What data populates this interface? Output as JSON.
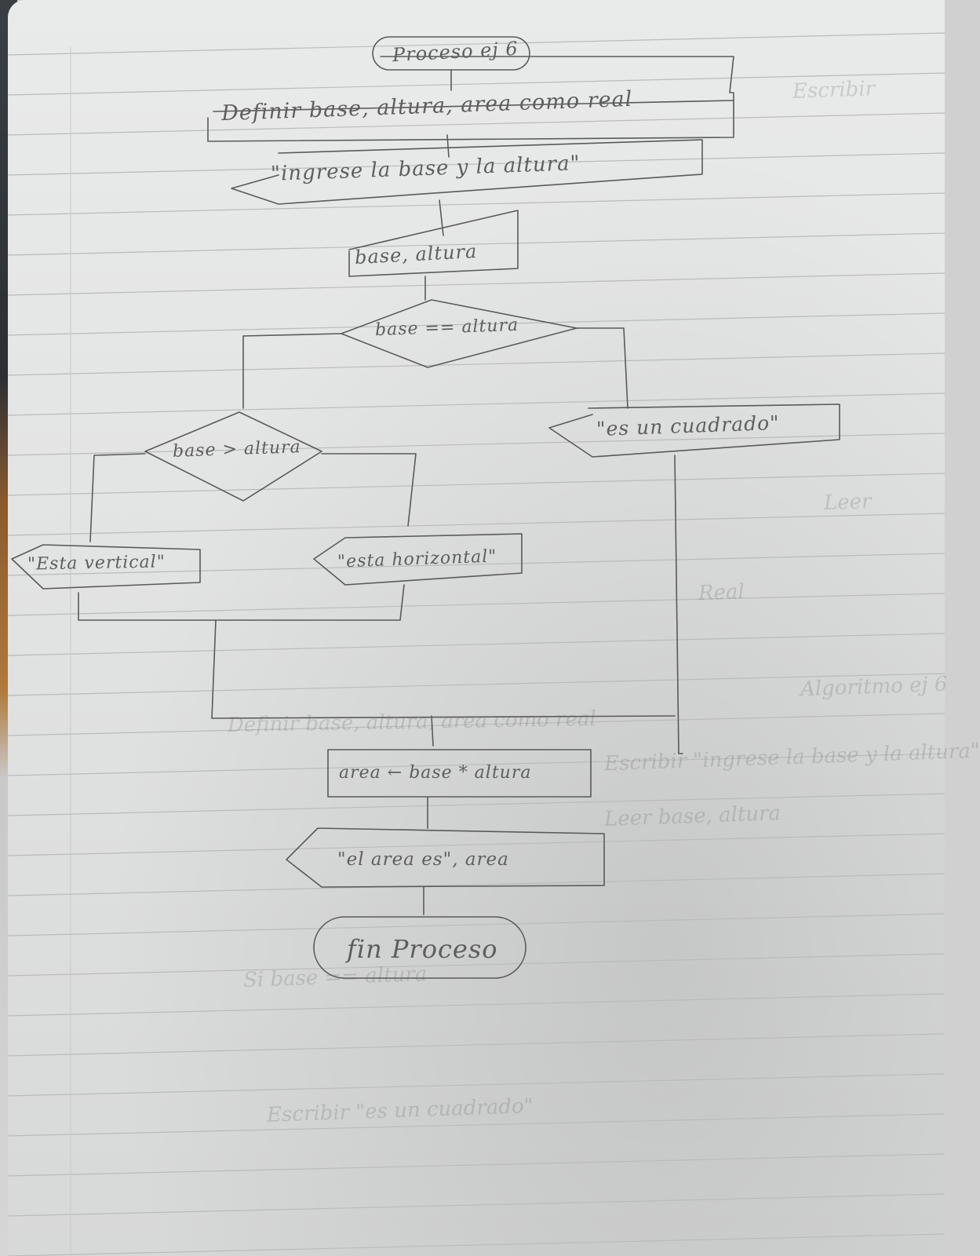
{
  "flowchart": {
    "start": "Proceso ej 6",
    "define": "Definir base, altura, area como real",
    "prompt": "\"ingrese la base y la altura\"",
    "read": "base, altura",
    "decision_equal": "base == altura",
    "output_square": "\"es un cuadrado\"",
    "decision_greater": "base > altura",
    "output_vertical": "\"Esta vertical\"",
    "output_horizontal": "\"esta horizontal\"",
    "calc": "area ← base * altura",
    "output_area": "\"el area es\", area",
    "end": "fin Proceso"
  },
  "bleed_through": {
    "line1": "Escribir",
    "line2": "Leer",
    "line3": "Real",
    "line4": "Algoritmo ej 6",
    "line5": "Definir base, altura, area como real",
    "line6": "Escribir \"ingrese la base y la altura\"",
    "line7": "Leer base, altura",
    "line8": "Si base == altura",
    "line9": "Escribir \"es un cuadrado\""
  },
  "colors": {
    "paper": "#e4e5e5",
    "ruling": "#b9bcbc",
    "pencil": "#5a5a5a"
  }
}
